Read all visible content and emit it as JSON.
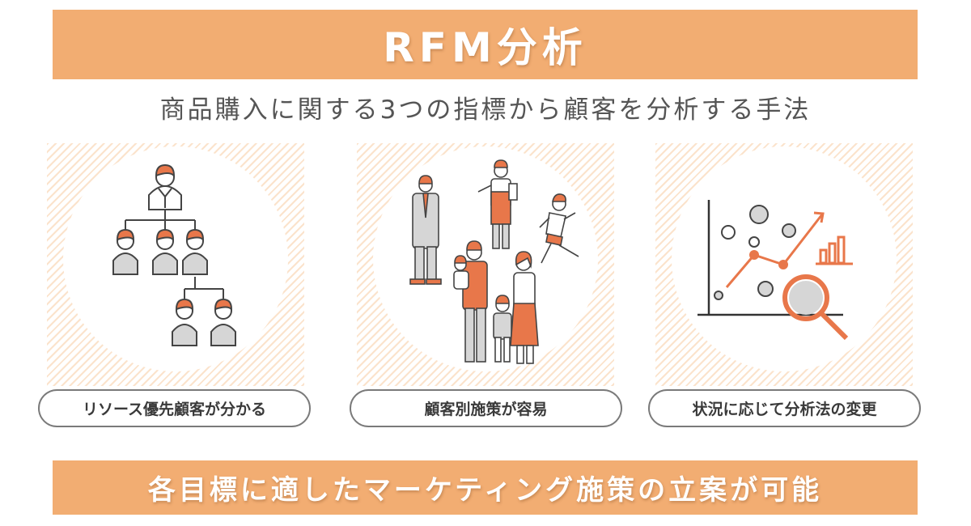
{
  "title": "RFM分析",
  "subtitle": "商品購入に関する3つの指標から顧客を分析する手法",
  "panels": [
    {
      "label": "リソース優先顧客が分かる",
      "icon": "org-chart-icon"
    },
    {
      "label": "顧客別施策が容易",
      "icon": "customer-group-icon"
    },
    {
      "label": "状況に応じて分析法の変更",
      "icon": "data-analysis-icon"
    }
  ],
  "footer": "各目標に適したマーケティング施策の立案が可能",
  "colors": {
    "accent": "#f2ad72",
    "icon_orange": "#e8774a",
    "icon_gray": "#d6d6d6",
    "outline": "#444444"
  }
}
